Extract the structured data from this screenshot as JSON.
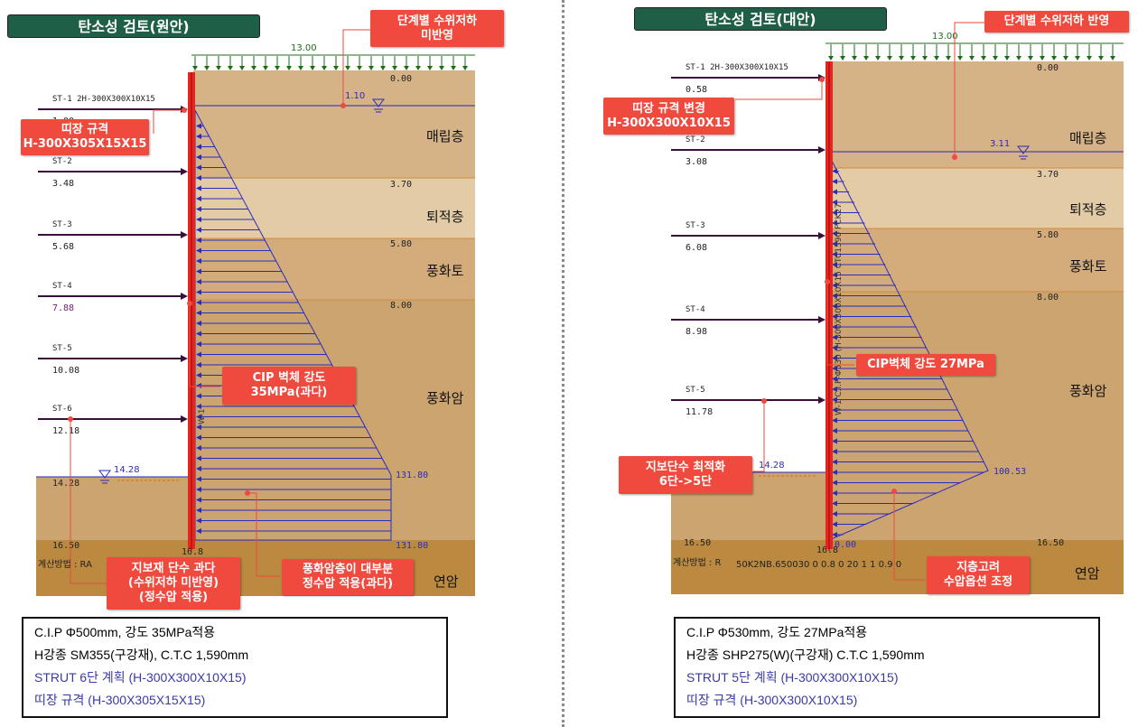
{
  "colors": {
    "fill": "#d6b287",
    "deposit": "#e3cba6",
    "weathered_soil": "#d4ac7c",
    "weathered_rock": "#cca470",
    "bedrock": "#bb8940",
    "wall": "#e8241e",
    "pressure": "#2b2bbf",
    "callout": "#ef4a3d",
    "title_bg": "#1f5f48",
    "layer_line": "#d28a40",
    "water": "#2b2bbf"
  },
  "left": {
    "title": "탄소성 검토(원안)",
    "load_value": "13.00",
    "layers": [
      {
        "depth": "0.00",
        "name": "매립층"
      },
      {
        "depth": "3.70",
        "name": "퇴적층"
      },
      {
        "depth": "5.80",
        "name": "풍화토"
      },
      {
        "depth": "8.00",
        "name": "풍화암"
      },
      {
        "depth": "16.50",
        "name": "연암"
      }
    ],
    "water_in": "1.10",
    "water_out": "14.28",
    "water_out_left": "14.28",
    "struts": [
      {
        "label": "ST-1  2H-300X300X10X15",
        "depth": "1.00"
      },
      {
        "label": "ST-2",
        "depth": "3.48"
      },
      {
        "label": "ST-3",
        "depth": "5.68"
      },
      {
        "label": "ST-4",
        "depth": "7.88"
      },
      {
        "label": "ST-5",
        "depth": "10.08"
      },
      {
        "label": "ST-6",
        "depth": "12.18"
      }
    ],
    "pressure_max": "131.80",
    "pressure_bottom": "131.80",
    "wall_end": "16.8",
    "wall_mark": "W-1",
    "calc_method": "계산방법 : RA",
    "callouts": {
      "water": [
        "단계별 수위저하",
        "미반영"
      ],
      "wale": [
        "띠장 규격",
        "H-300X305X15X15"
      ],
      "cip": [
        "CIP 벽체 강도",
        "35MPa(과다)"
      ],
      "strut_count": [
        "지보재 단수 과다",
        "(수위저하 미반영)",
        "(정수압 적용)"
      ],
      "hydro": [
        "풍화암층이 대부분",
        "정수압 적용(과다)"
      ]
    },
    "summary": [
      "C.I.P Φ500mm, 강도 35MPa적용",
      "H강종 SM355(구강재), C.T.C 1,590mm",
      "STRUT 6단 계획 (H-300X300X10X15)",
      "띠장 규격 (H-300X305X15X15)"
    ]
  },
  "right": {
    "title": "탄소성 검토(대안)",
    "load_value": "13.00",
    "layers": [
      {
        "depth": "0.00",
        "name": "매립층"
      },
      {
        "depth": "3.70",
        "name": "퇴적층"
      },
      {
        "depth": "5.80",
        "name": "풍화토"
      },
      {
        "depth": "8.00",
        "name": "풍화암"
      },
      {
        "depth": "16.50",
        "name": "연암"
      }
    ],
    "water_in": "3.11",
    "water_out": "14.28",
    "struts": [
      {
        "label": "ST-1  2H-300X300X10X15",
        "depth": "0.58"
      },
      {
        "label": "ST-2",
        "depth": "3.08"
      },
      {
        "label": "ST-3",
        "depth": "6.08"
      },
      {
        "label": "ST-4",
        "depth": "8.98"
      },
      {
        "label": "ST-5",
        "depth": "11.78"
      }
    ],
    "pressure_max": "100.53",
    "pressure_bottom": "0.00",
    "wall_end": "16.8",
    "wall_mark": "W-1 C.I.P-Φ530 (H-300X300X10X15 CTC1590 FCK27",
    "calc_method": "계산방법 : R",
    "calc_extra": "50K2NB.650030 0 0.8 0 20 1 1 0.9 0",
    "callouts": {
      "water": [
        "단계별 수위저하 반영"
      ],
      "wale": [
        "띠장 규격 변경",
        "H-300X300X10X15"
      ],
      "cip": [
        "CIP벽체 강도 27MPa"
      ],
      "strut_count": [
        "지보단수 최적화",
        "6단->5단"
      ],
      "hydro": [
        "지층고려",
        "수압옵션 조정"
      ]
    },
    "summary": [
      "C.I.P Φ530mm, 강도 27MPa적용",
      "H강종 SHP275(W)(구강재) C.T.C 1,590mm",
      "STRUT 5단 계획 (H-300X300X10X15)",
      "띠장 규격 (H-300X300X10X15)"
    ]
  }
}
